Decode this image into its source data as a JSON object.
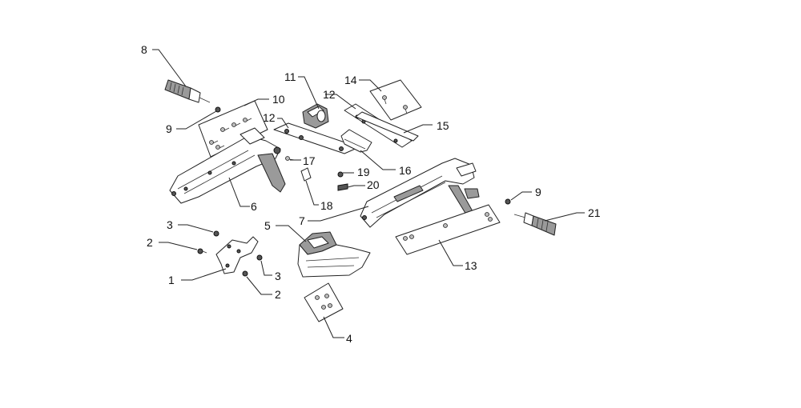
{
  "diagram": {
    "labels": [
      {
        "id": "label-1",
        "text": "1"
      },
      {
        "id": "label-2a",
        "text": "2"
      },
      {
        "id": "label-2b",
        "text": "2"
      },
      {
        "id": "label-3a",
        "text": "3"
      },
      {
        "id": "label-3b",
        "text": "3"
      },
      {
        "id": "label-4",
        "text": "4"
      },
      {
        "id": "label-5",
        "text": "5"
      },
      {
        "id": "label-6",
        "text": "6"
      },
      {
        "id": "label-7",
        "text": "7"
      },
      {
        "id": "label-8",
        "text": "8"
      },
      {
        "id": "label-9a",
        "text": "9"
      },
      {
        "id": "label-9b",
        "text": "9"
      },
      {
        "id": "label-10",
        "text": "10"
      },
      {
        "id": "label-11",
        "text": "11"
      },
      {
        "id": "label-12a",
        "text": "12"
      },
      {
        "id": "label-12b",
        "text": "12"
      },
      {
        "id": "label-13",
        "text": "13"
      },
      {
        "id": "label-14",
        "text": "14"
      },
      {
        "id": "label-15",
        "text": "15"
      },
      {
        "id": "label-16",
        "text": "16"
      },
      {
        "id": "label-17",
        "text": "17"
      },
      {
        "id": "label-18",
        "text": "18"
      },
      {
        "id": "label-19",
        "text": "19"
      },
      {
        "id": "label-20",
        "text": "20"
      },
      {
        "id": "label-21",
        "text": "21"
      }
    ]
  }
}
